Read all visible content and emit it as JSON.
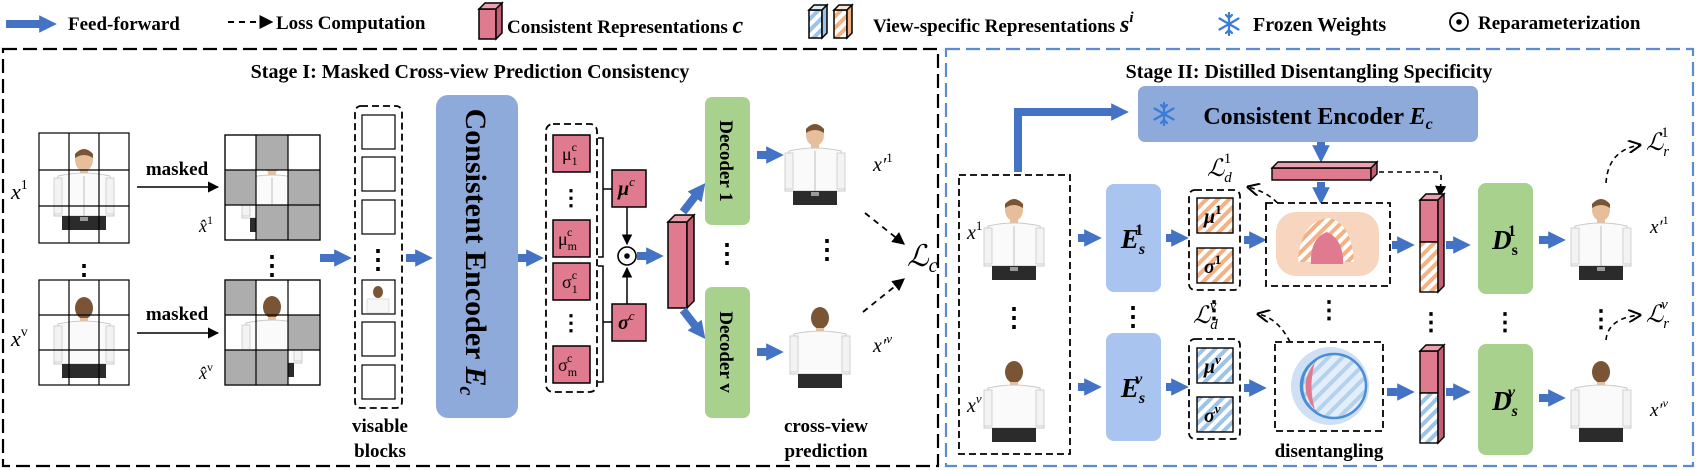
{
  "legend": {
    "feedforward": "Feed-forward",
    "loss": "Loss Computation",
    "consistent": "Consistent  Representations",
    "consistent_sym": "c",
    "specific": "View-specific Representations",
    "specific_sym": "s",
    "specific_sup": "i",
    "frozen": "Frozen Weights",
    "reparam": "Reparameterization"
  },
  "stage1": {
    "title": "Stage I: Masked Cross-view Prediction Consistency",
    "x1": "x",
    "x1_sup": "1",
    "xv": "x",
    "xv_sup": "v",
    "xhat1": "x̂",
    "xhat1_sup": "1",
    "xhatv": "x̂",
    "xhatv_sup": "v",
    "masked": "masked",
    "visable1": "visable",
    "visable2": "blocks",
    "encoder": "Consistent Encoder",
    "encoder_sym": "E",
    "encoder_sub": "c",
    "mu1": "μ",
    "mu1_sub": "1",
    "mu1_sup": "c",
    "mum": "μ",
    "mum_sub": "m",
    "mum_sup": "c",
    "sig1": "σ",
    "sig1_sub": "1",
    "sig1_sup": "c",
    "sigm": "σ",
    "sigm_sub": "m",
    "sigm_sup": "c",
    "mu_c": "μ",
    "mu_c_sup": "c",
    "sig_c": "σ",
    "sig_c_sup": "c",
    "decoder1": "Decoder 1",
    "decoderv": "Decoder v",
    "xp1": "x′",
    "xp1_sup": "1",
    "xpv": "x′",
    "xpv_sup": "v",
    "loss_c": "ℒ",
    "loss_c_sub": "c",
    "pred1": "cross-view",
    "pred2": "prediction"
  },
  "stage2": {
    "title": "Stage II: Distilled Disentangling Specificity",
    "encoder": "Consistent Encoder",
    "encoder_sym": "E",
    "encoder_sub": "c",
    "x1": "x",
    "x1_sup": "1",
    "xv": "x",
    "xv_sup": "v",
    "es1": "E",
    "es1_sub": "s",
    "es1_sup": "1",
    "esv": "E",
    "esv_sub": "s",
    "esv_sup": "v",
    "mu1": "μ",
    "mu1_sup": "1",
    "sig1": "σ",
    "sig1_sup": "1",
    "muv": "μ",
    "muv_sup": "v",
    "sigv": "σ",
    "sigv_sup": "v",
    "ld1": "ℒ",
    "ld1_sub": "d",
    "ld1_sup": "1",
    "ldv": "ℒ",
    "ldv_sub": "d",
    "ldv_sup": "v",
    "ds1": "D",
    "ds1_sub": "s",
    "ds1_sup": "1",
    "dsv": "D",
    "dsv_sub": "s",
    "dsv_sup": "v",
    "xp1": "x′",
    "xp1_sup": "1",
    "xpv": "x′",
    "xpv_sup": "v",
    "lr1": "ℒ",
    "lr1_sub": "r",
    "lr1_sup": "1",
    "lrv": "ℒ",
    "lrv_sub": "r",
    "lrv_sup": "v",
    "disentangling": "disentangling"
  },
  "colors": {
    "arrow": "#4472C4",
    "encoder": "#8EAADB",
    "encoder_light": "#A9C4EE",
    "decoder": "#A9D18E",
    "pink": "#E07A8F",
    "stage2_border": "#5B8BD0"
  }
}
